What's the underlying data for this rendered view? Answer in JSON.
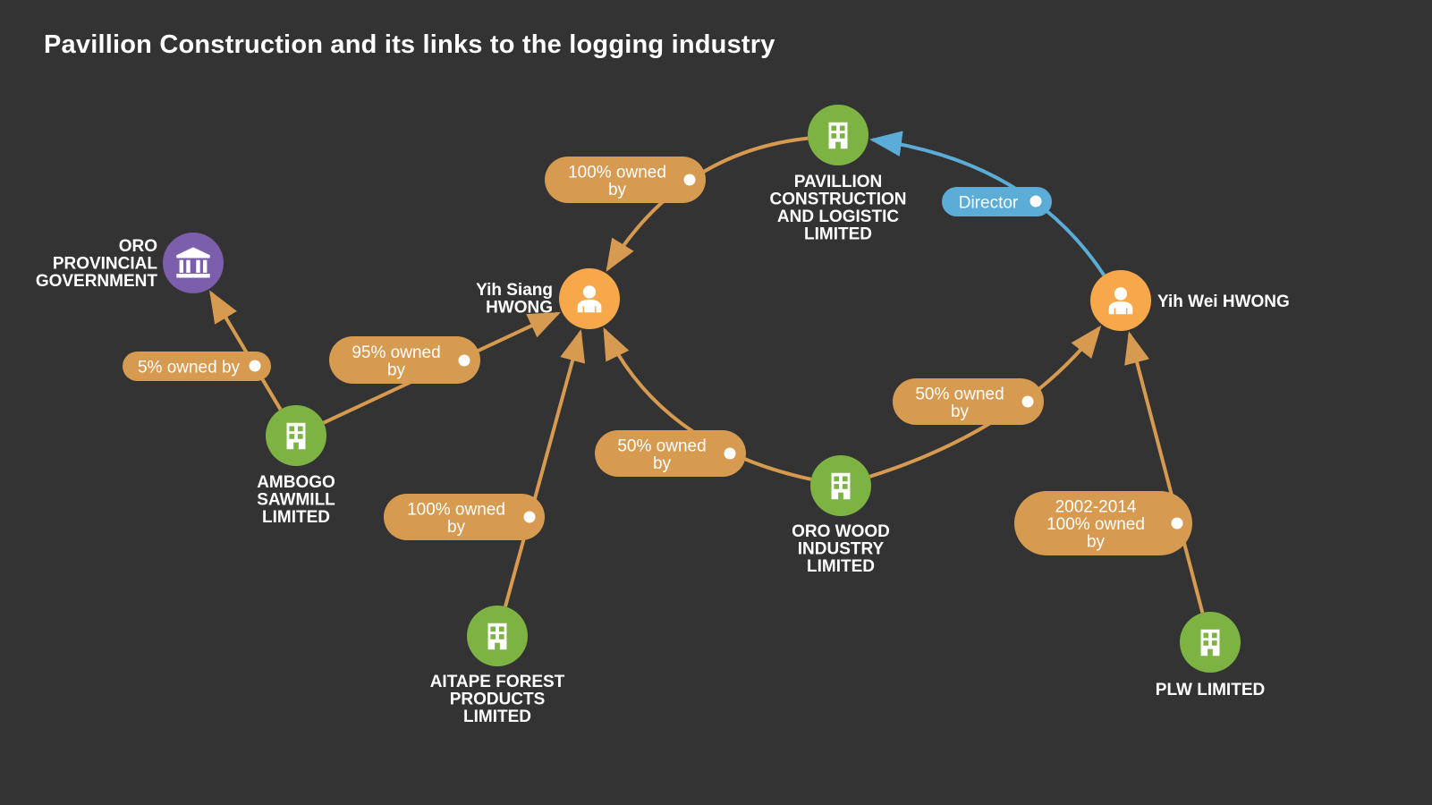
{
  "title": "Pavillion Construction and its links to the logging industry",
  "colors": {
    "background": "#333333",
    "company": "#7cb342",
    "person": "#f7a84a",
    "government": "#7b5eac",
    "ownership_edge": "#d69b50",
    "director_edge": "#5bacd6"
  },
  "nodes": [
    {
      "id": "pavillion",
      "type": "company",
      "icon": "building-icon",
      "label": [
        "PAVILLION",
        "CONSTRUCTION",
        "AND LOGISTIC",
        "LIMITED"
      ]
    },
    {
      "id": "yih_siang",
      "type": "person",
      "icon": "person-icon",
      "label": [
        "Yih Siang",
        "HWONG"
      ]
    },
    {
      "id": "yih_wei",
      "type": "person",
      "icon": "person-icon",
      "label": [
        "Yih Wei HWONG"
      ]
    },
    {
      "id": "oro_gov",
      "type": "government",
      "icon": "government-building-icon",
      "label": [
        "ORO",
        "PROVINCIAL",
        "GOVERNMENT"
      ]
    },
    {
      "id": "ambogo",
      "type": "company",
      "icon": "building-icon",
      "label": [
        "AMBOGO",
        "SAWMILL",
        "LIMITED"
      ]
    },
    {
      "id": "aitape",
      "type": "company",
      "icon": "building-icon",
      "label": [
        "AITAPE FOREST",
        "PRODUCTS",
        "LIMITED"
      ]
    },
    {
      "id": "oro_wood",
      "type": "company",
      "icon": "building-icon",
      "label": [
        "ORO WOOD",
        "INDUSTRY",
        "LIMITED"
      ]
    },
    {
      "id": "plw",
      "type": "company",
      "icon": "building-icon",
      "label": [
        "PLW LIMITED"
      ]
    }
  ],
  "edges": [
    {
      "from": "pavillion",
      "to": "yih_siang",
      "kind": "ownership",
      "label": [
        "100% owned",
        "by"
      ]
    },
    {
      "from": "yih_wei",
      "to": "pavillion",
      "kind": "director",
      "label": [
        "Director"
      ]
    },
    {
      "from": "ambogo",
      "to": "oro_gov",
      "kind": "ownership",
      "label": [
        "5% owned by"
      ]
    },
    {
      "from": "ambogo",
      "to": "yih_siang",
      "kind": "ownership",
      "label": [
        "95% owned",
        "by"
      ]
    },
    {
      "from": "aitape",
      "to": "yih_siang",
      "kind": "ownership",
      "label": [
        "100% owned",
        "by"
      ]
    },
    {
      "from": "oro_wood",
      "to": "yih_siang",
      "kind": "ownership",
      "label": [
        "50% owned",
        "by"
      ]
    },
    {
      "from": "oro_wood",
      "to": "yih_wei",
      "kind": "ownership",
      "label": [
        "50% owned",
        "by"
      ]
    },
    {
      "from": "plw",
      "to": "yih_wei",
      "kind": "ownership",
      "label": [
        "2002-2014",
        "100% owned",
        "by"
      ]
    }
  ]
}
